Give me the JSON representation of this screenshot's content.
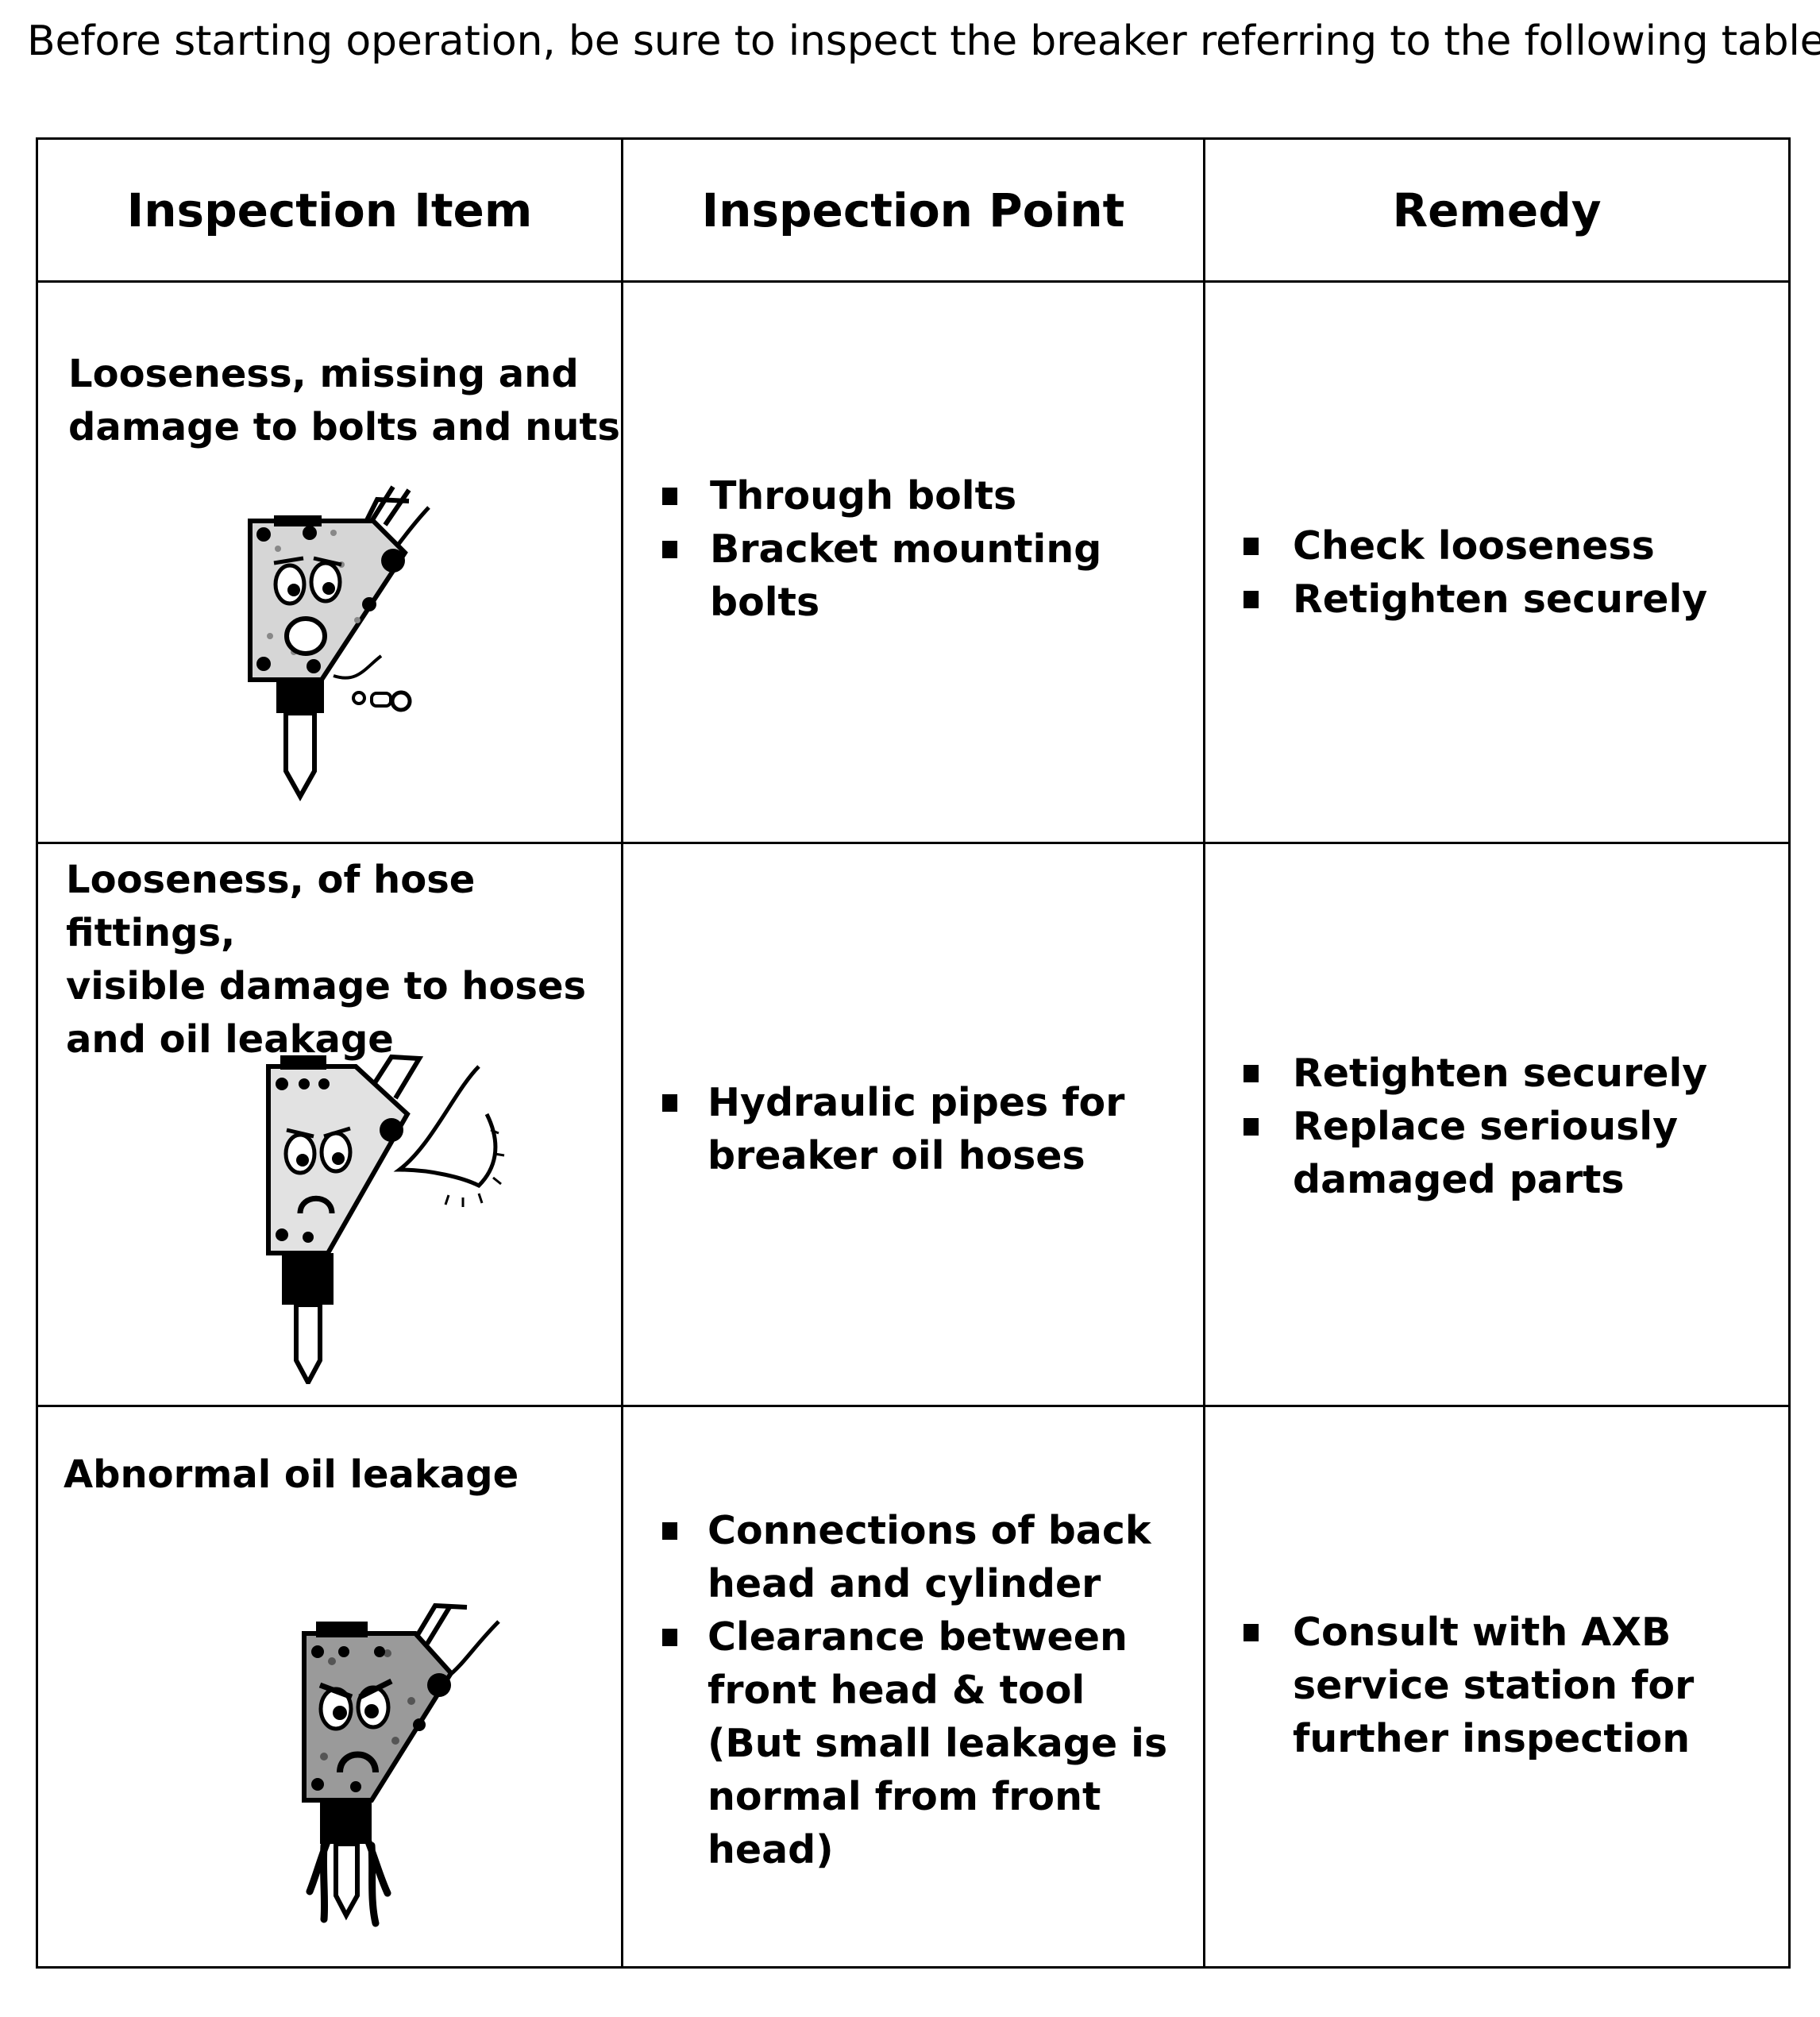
{
  "intro": "Before starting operation, be sure to inspect the breaker referring to the following table.",
  "table": {
    "headers": [
      "Inspection Item",
      "Inspection Point",
      "Remedy"
    ],
    "rows": [
      {
        "item_lines": [
          "Looseness, missing and",
          "damage to bolts and nuts"
        ],
        "illustration": "worried-breaker-loose-bolts-icon",
        "points": [
          {
            "lines": [
              "Through bolts"
            ]
          },
          {
            "lines": [
              "Bracket mounting",
              "bolts"
            ]
          }
        ],
        "remedies": [
          {
            "lines": [
              "Check looseness"
            ]
          },
          {
            "lines": [
              "Retighten securely"
            ]
          }
        ]
      },
      {
        "item_lines": [
          "Looseness, of hose fittings,",
          "visible damage to hoses",
          "and oil leakage"
        ],
        "illustration": "worried-breaker-hose-leak-icon",
        "points": [
          {
            "lines": [
              "Hydraulic pipes for",
              "breaker oil hoses"
            ]
          }
        ],
        "remedies": [
          {
            "lines": [
              "Retighten securely"
            ]
          },
          {
            "lines": [
              "Replace seriously",
              "damaged parts"
            ]
          }
        ]
      },
      {
        "item_lines": [
          "Abnormal oil leakage"
        ],
        "illustration": "angry-breaker-oil-leak-icon",
        "points": [
          {
            "lines": [
              "Connections of back",
              "head and cylinder"
            ]
          },
          {
            "lines": [
              "Clearance between",
              "front head & tool",
              "(But small leakage is",
              "normal from front",
              "head)"
            ]
          }
        ],
        "remedies": [
          {
            "lines": [
              "Consult with AXB",
              "service station for",
              "further inspection"
            ]
          }
        ]
      }
    ]
  }
}
